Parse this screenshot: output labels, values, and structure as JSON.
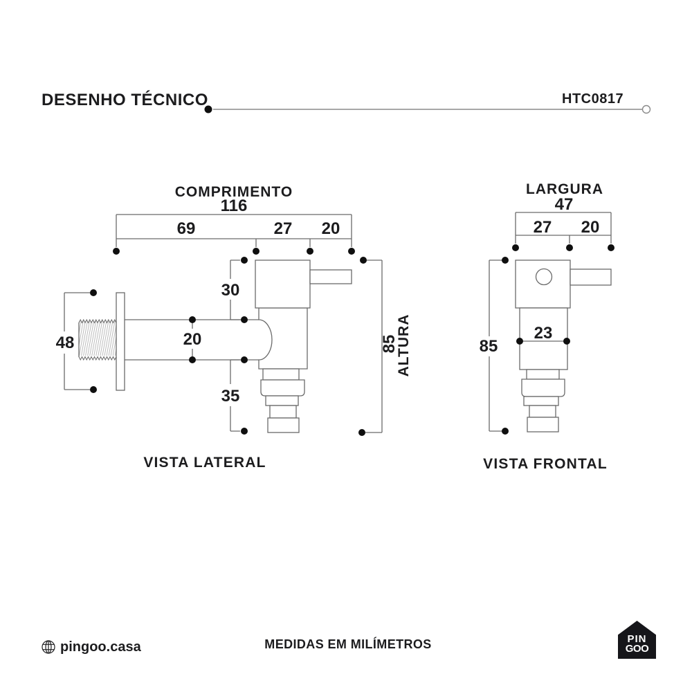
{
  "header": {
    "title": "DESENHO TÉCNICO",
    "code": "HTC0817"
  },
  "side_view": {
    "caption": "VISTA LATERAL",
    "length_label": "COMPRIMENTO",
    "length_total": "116",
    "length_seg1": "69",
    "length_seg2": "27",
    "length_seg3": "20",
    "height_top": "30",
    "pipe_diameter": "20",
    "height_bottom": "35",
    "thread_height": "48",
    "height_total": "85",
    "height_label": "ALTURA"
  },
  "front_view": {
    "caption": "VISTA FRONTAL",
    "width_label": "LARGURA",
    "width_total": "47",
    "width_seg1": "27",
    "width_seg2": "20",
    "height_total": "85",
    "body_width": "23"
  },
  "footer": {
    "website": "pingoo.casa",
    "note": "MEDIDAS EM MILÍMETROS",
    "logo_line1": "PIN",
    "logo_line2": "GOO"
  },
  "colors": {
    "line_gray": "#6a6a6a",
    "dot_black": "#0f0f0f",
    "text": "#1c1c1e",
    "background": "#ffffff"
  }
}
